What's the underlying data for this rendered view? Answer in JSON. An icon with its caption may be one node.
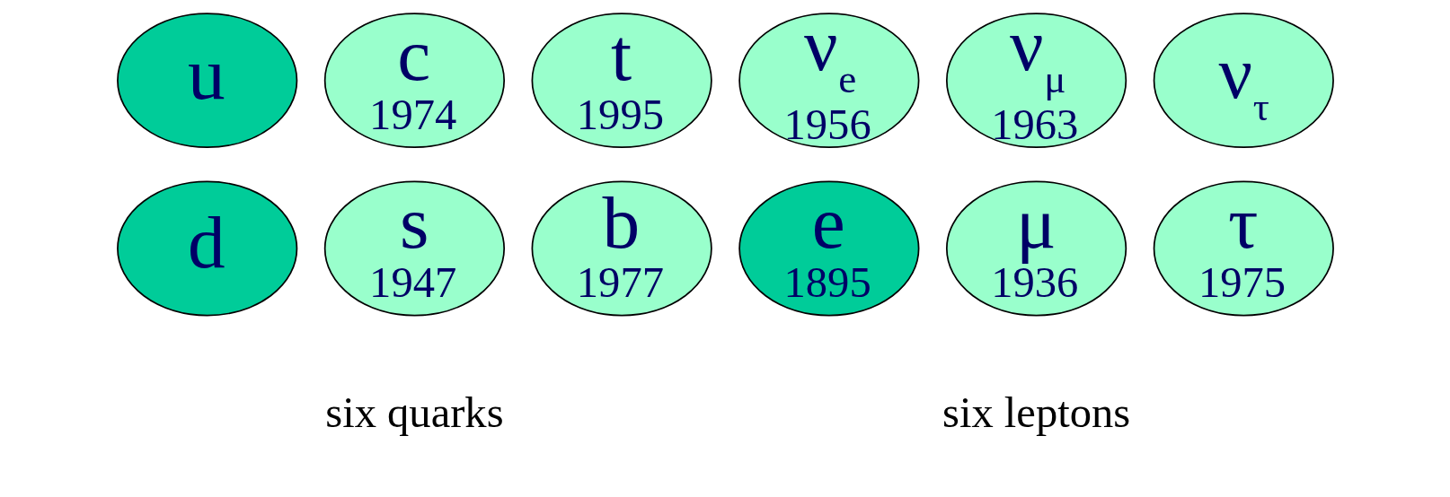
{
  "diagram": {
    "nodes": [
      {
        "text": [
          "u"
        ]
      },
      {
        "text": [
          "c",
          "1974"
        ]
      },
      {
        "text": [
          "t",
          "1995"
        ]
      },
      {
        "text": [
          "d"
        ]
      },
      {
        "text": [
          "s",
          "1947"
        ]
      },
      {
        "text": [
          "b",
          "1977"
        ]
      },
      {
        "text": [
          "ν$_{e}$",
          "1956"
        ]
      },
      {
        "text": [
          "ν$_{μ}$",
          "1963"
        ]
      },
      {
        "text": [
          "ν$_{τ}$"
        ]
      },
      {
        "text": [
          "e",
          "1895"
        ]
      },
      {
        "text": [
          "μ",
          "1936"
        ]
      },
      {
        "text": [
          "τ",
          "1975"
        ]
      }
    ],
    "labels": [
      "six quarks",
      "six leptons"
    ]
  }
}
